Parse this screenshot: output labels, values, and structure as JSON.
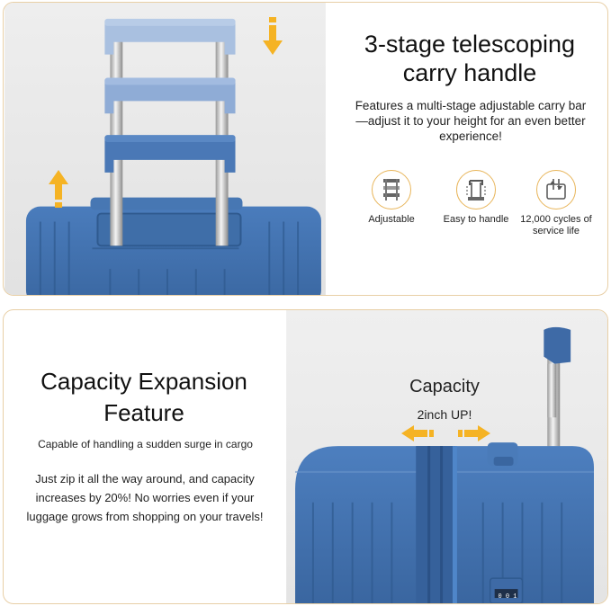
{
  "top": {
    "title": "3-stage telescoping carry handle",
    "description": "Features a multi-stage adjustable carry bar—adjust it to your height for an even better experience!",
    "features": [
      {
        "icon": "adjustable-handle-icon",
        "label": "Adjustable"
      },
      {
        "icon": "easy-handle-icon",
        "label": "Easy to handle"
      },
      {
        "icon": "cycles-icon",
        "label": "12,000 cycles of service life"
      }
    ]
  },
  "bottom": {
    "title": "Capacity Expansion Feature",
    "subtitle": "Capable of handling a sudden surge in cargo",
    "body": "Just zip it all the way around, and capacity increases by 20%! No worries even if your luggage grows from shopping on your travels!",
    "photo_caption_title": "Capacity",
    "photo_caption_sub": "2inch UP!",
    "lock_code": "0 0 1"
  },
  "colors": {
    "accent_orange": "#f5b324",
    "suitcase_blue": "#3f6ea8",
    "handle_light_blue": "#9fb8da",
    "border_gold": "#e8cfa6"
  }
}
